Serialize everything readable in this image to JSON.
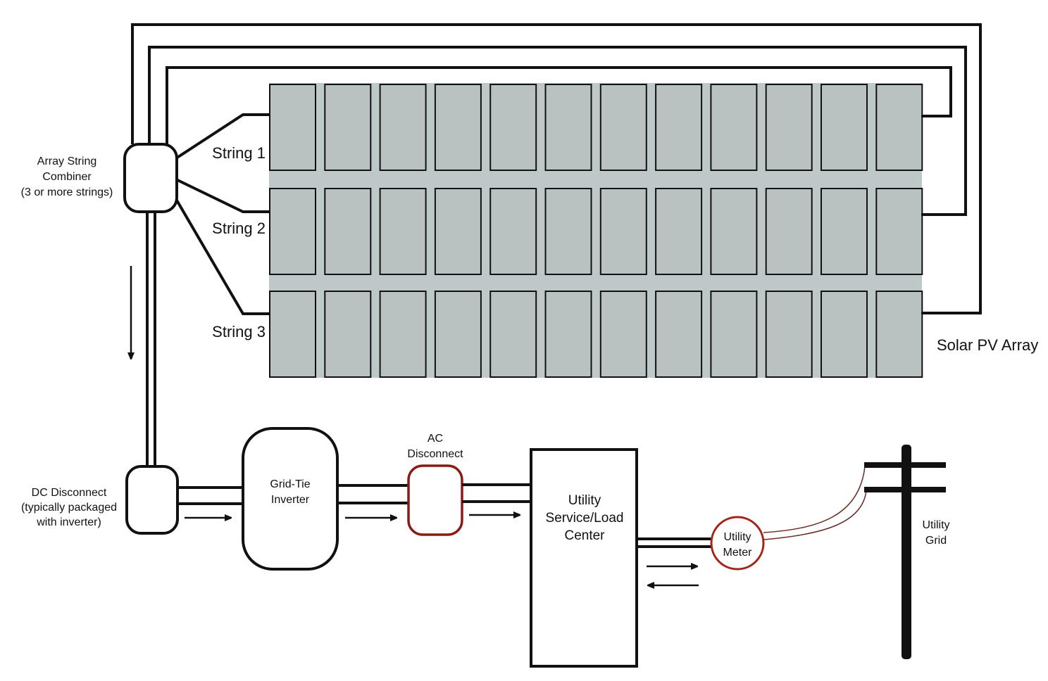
{
  "title": "Grid-Tie Solar PV System Diagram",
  "colors": {
    "wire": "#111111",
    "panel_fill": "#b9c2c1",
    "array_bg": "#bfc8c8",
    "ac_disconnect_border": "#8b1a12",
    "meter_border": "#a3261a",
    "grid_wire": "#6b2a22"
  },
  "array": {
    "label": "Solar PV Array",
    "rows": 3,
    "panels_per_row": 12,
    "strings": [
      {
        "label": "String 1"
      },
      {
        "label": "String 2"
      },
      {
        "label": "String 3"
      }
    ]
  },
  "components": {
    "combiner": {
      "line1": "Array String",
      "line2": "Combiner",
      "line3": "(3 or more strings)"
    },
    "dc_disconnect": {
      "line1": "DC Disconnect",
      "line2": "(typically packaged",
      "line3": "with inverter)"
    },
    "inverter": {
      "line1": "Grid-Tie",
      "line2": "Inverter"
    },
    "ac_disconnect": {
      "line1": "AC",
      "line2": "Disconnect"
    },
    "load_center": {
      "line1": "Utility",
      "line2": "Service/Load",
      "line3": "Center"
    },
    "meter": {
      "line1": "Utility",
      "line2": "Meter"
    },
    "grid": {
      "line1": "Utility",
      "line2": "Grid"
    }
  }
}
